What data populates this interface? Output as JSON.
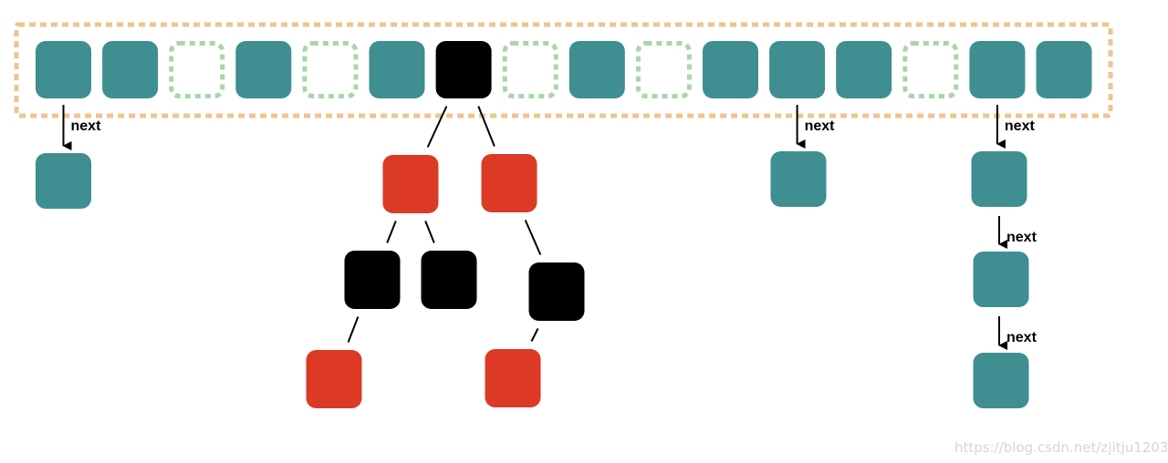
{
  "colors": {
    "teal": "#3f8e91",
    "red": "#dc3a26",
    "black": "#000000",
    "empty_slot_border": "#a9d6a9",
    "array_border": "#eec48f",
    "edge": "#000000",
    "watermark": "#d6d6d6"
  },
  "array": {
    "slots": [
      "teal",
      "teal",
      "empty",
      "teal",
      "empty",
      "teal",
      "black",
      "empty",
      "teal",
      "empty",
      "teal",
      "teal",
      "teal",
      "empty",
      "teal",
      "teal"
    ]
  },
  "labels": {
    "next": "next"
  },
  "chains": [
    {
      "slot": 0,
      "nodes": [
        "teal"
      ]
    },
    {
      "slot": 11,
      "nodes": [
        "teal"
      ]
    },
    {
      "slot": 14,
      "nodes": [
        "teal",
        "teal",
        "teal"
      ]
    }
  ],
  "tree": {
    "root_slot": 6,
    "nodes": [
      {
        "id": "r1",
        "color": "red"
      },
      {
        "id": "r2",
        "color": "red"
      },
      {
        "id": "b1",
        "color": "black"
      },
      {
        "id": "b2",
        "color": "black"
      },
      {
        "id": "b3",
        "color": "black"
      },
      {
        "id": "r3",
        "color": "red"
      },
      {
        "id": "r4",
        "color": "red"
      }
    ],
    "edges": [
      [
        "root",
        "r1"
      ],
      [
        "root",
        "r2"
      ],
      [
        "r1",
        "b1"
      ],
      [
        "r1",
        "b2"
      ],
      [
        "r2",
        "b3"
      ],
      [
        "b1",
        "r3"
      ],
      [
        "b3",
        "r4"
      ]
    ]
  },
  "watermark": "https://blog.csdn.net/zjitju1203"
}
